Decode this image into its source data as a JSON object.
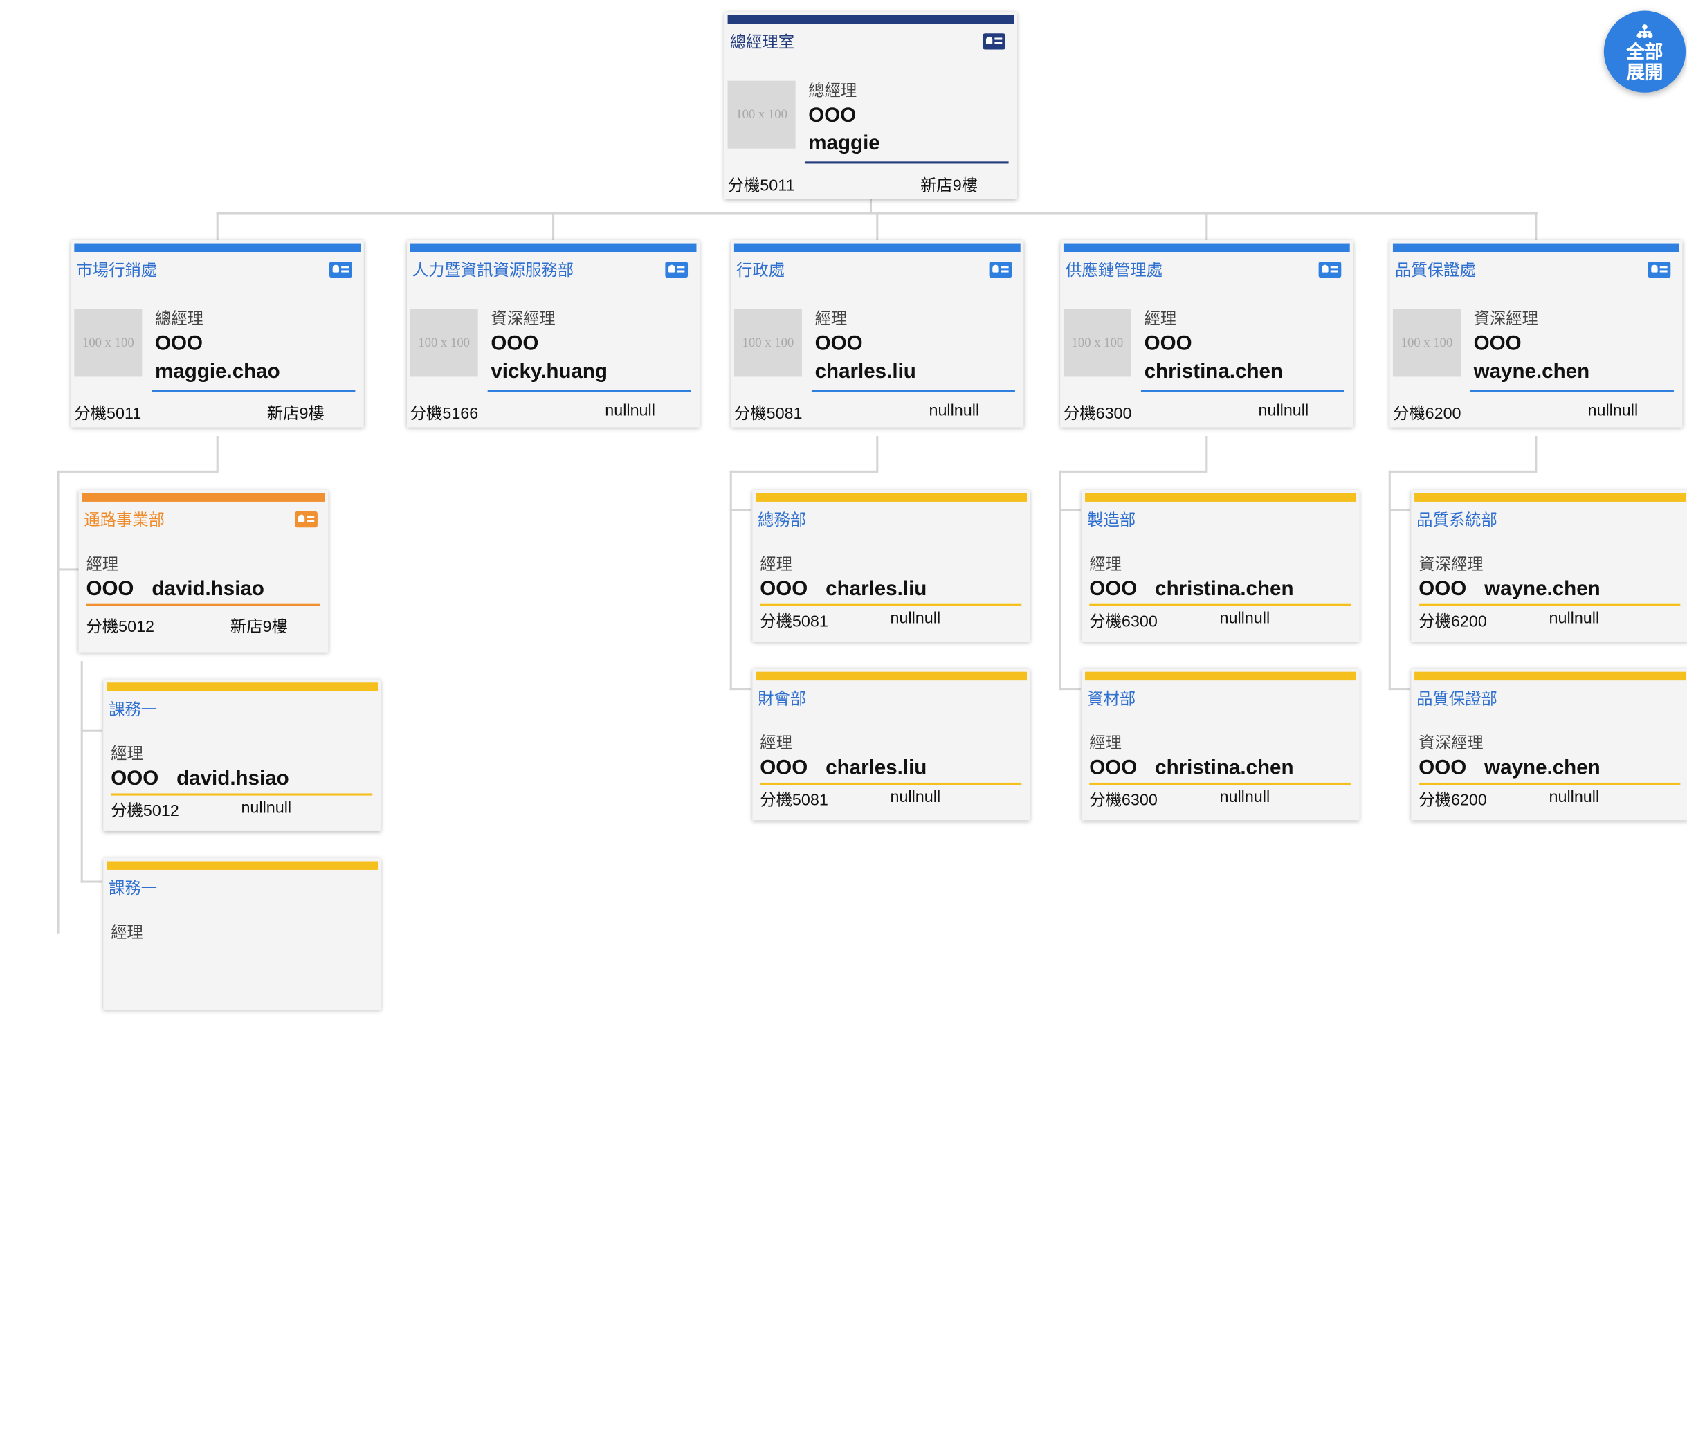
{
  "expand_all": {
    "label_line1": "全部",
    "label_line2": "展開"
  },
  "photo_placeholder": "100 x 100",
  "root": {
    "department": "總經理室",
    "title": "總經理",
    "name_prefix": "OOO",
    "name": "maggie",
    "extension": "分機5011",
    "location": "新店9樓"
  },
  "level1": [
    {
      "department": "市場行銷處",
      "title": "總經理",
      "name_prefix": "OOO",
      "name": "maggie.chao",
      "extension": "分機5011",
      "location": "新店9樓"
    },
    {
      "department": "人力暨資訊資源服務部",
      "title": "資深經理",
      "name_prefix": "OOO",
      "name": "vicky.huang",
      "extension": "分機5166",
      "location": "nullnull"
    },
    {
      "department": "行政處",
      "title": "經理",
      "name_prefix": "OOO",
      "name": "charles.liu",
      "extension": "分機5081",
      "location": "nullnull"
    },
    {
      "department": "供應鏈管理處",
      "title": "經理",
      "name_prefix": "OOO",
      "name": "christina.chen",
      "extension": "分機6300",
      "location": "nullnull"
    },
    {
      "department": "品質保證處",
      "title": "資深經理",
      "name_prefix": "OOO",
      "name": "wayne.chen",
      "extension": "分機6200",
      "location": "nullnull"
    }
  ],
  "channel": {
    "department": "通路事業部",
    "title": "經理",
    "name_prefix": "OOO",
    "name": "david.hsiao",
    "extension": "分機5012",
    "location": "新店9樓"
  },
  "sections": [
    {
      "department": "課務一",
      "title": "經理",
      "name_prefix": "OOO",
      "name": "david.hsiao",
      "extension": "分機5012",
      "location": "nullnull"
    },
    {
      "department": "課務一",
      "title": "經理"
    }
  ],
  "level2": [
    {
      "department": "總務部",
      "title": "經理",
      "name_prefix": "OOO",
      "name": "charles.liu",
      "extension": "分機5081",
      "location": "nullnull"
    },
    {
      "department": "財會部",
      "title": "經理",
      "name_prefix": "OOO",
      "name": "charles.liu",
      "extension": "分機5081",
      "location": "nullnull"
    },
    {
      "department": "製造部",
      "title": "經理",
      "name_prefix": "OOO",
      "name": "christina.chen",
      "extension": "分機6300",
      "location": "nullnull"
    },
    {
      "department": "資材部",
      "title": "經理",
      "name_prefix": "OOO",
      "name": "christina.chen",
      "extension": "分機6300",
      "location": "nullnull"
    },
    {
      "department": "品質系統部",
      "title": "資深經理",
      "name_prefix": "OOO",
      "name": "wayne.chen",
      "extension": "分機6200",
      "location": "nullnull"
    },
    {
      "department": "品質保證部",
      "title": "資深經理",
      "name_prefix": "OOO",
      "name": "wayne.chen",
      "extension": "分機6200",
      "location": "nullnull"
    }
  ]
}
